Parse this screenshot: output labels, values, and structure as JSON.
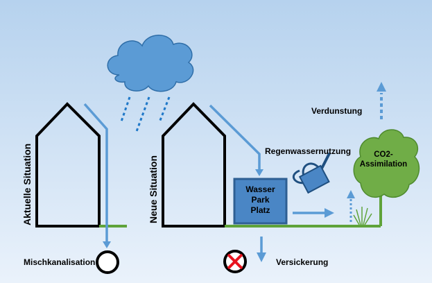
{
  "labels": {
    "aktuelle_situation": "Aktuelle Situation",
    "neue_situation": "Neue Situation",
    "verdunstung": "Verdunstung",
    "regenwassernutzung": "Regenwassernutzung",
    "co2_line1": "CO2-",
    "co2_line2": "Assimilation",
    "wasser": "Wasser",
    "park": "Park",
    "platz": "Platz",
    "mischkanalisation": "Mischkanalisation",
    "versickerung": "Versickerung"
  },
  "colors": {
    "background_top": "#bcd6ef",
    "background_bottom": "#e6f0fa",
    "cloud": "#5b9bd5",
    "water_arrow": "#5b9bd5",
    "ground": "#5fa33a",
    "tree": "#70ad47",
    "box_fill": "#4a86c5",
    "box_border": "#2e5f93",
    "cross": "#e8141f"
  },
  "icons": [
    "cloud-icon",
    "rain-icon",
    "watering-can-icon",
    "tree-icon",
    "grass-icon",
    "sewer-icon",
    "blocked-sewer-icon"
  ]
}
